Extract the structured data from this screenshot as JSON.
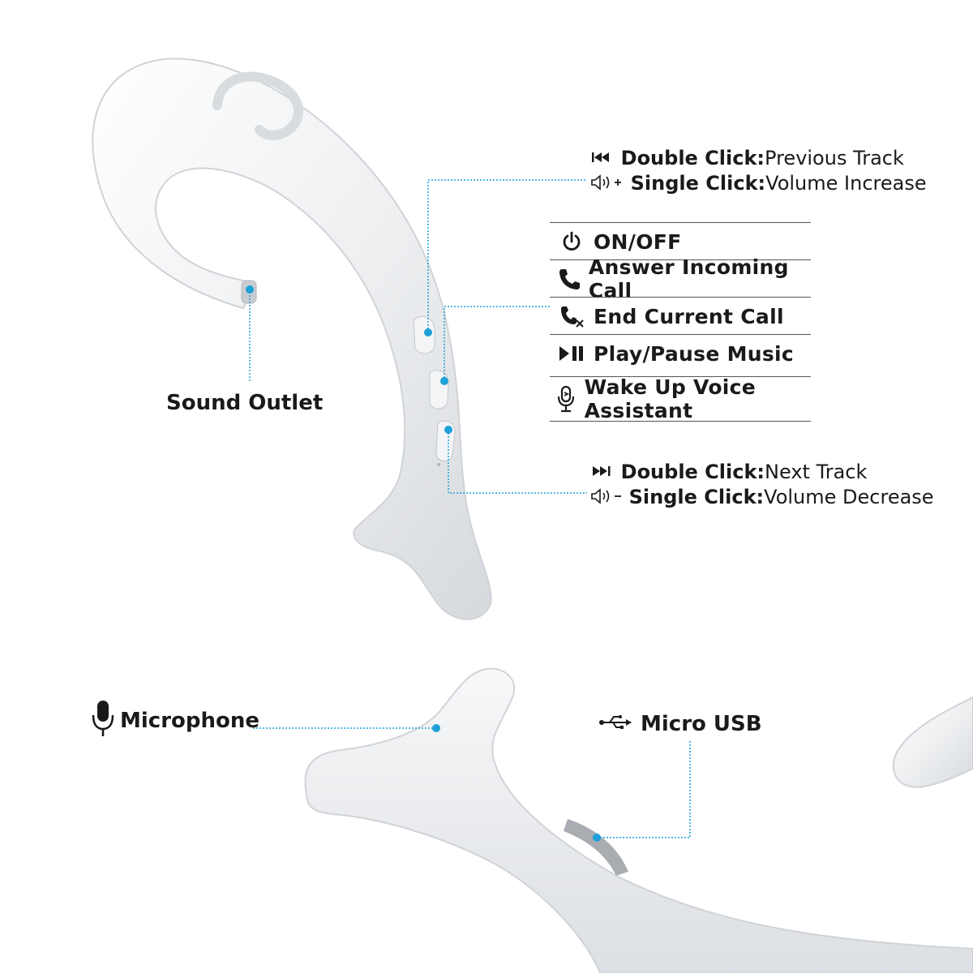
{
  "callouts": {
    "top": {
      "line1_bold": "Double Click:",
      "line1_reg": "Previous Track",
      "line2_bold": "Single Click:",
      "line2_reg": "Volume Increase",
      "icon1": "previous-track-icon",
      "icon2": "volume-up-icon"
    },
    "bottom": {
      "line1_bold": "Double Click:",
      "line1_reg": "Next Track",
      "line2_bold": "Single Click:",
      "line2_reg": "Volume Decrease",
      "icon1": "next-track-icon",
      "icon2": "volume-down-icon"
    },
    "sound_outlet": "Sound Outlet",
    "microphone": "Microphone",
    "micro_usb": "Micro USB"
  },
  "controls": [
    {
      "label": "ON/OFF",
      "icon": "power-icon"
    },
    {
      "label": "Answer Incoming Call",
      "icon": "phone-icon"
    },
    {
      "label": "End Current Call",
      "icon": "end-call-icon"
    },
    {
      "label": "Play/Pause Music",
      "icon": "play-pause-icon"
    },
    {
      "label": "Wake Up Voice Assistant",
      "icon": "voice-assistant-icon"
    }
  ],
  "colors": {
    "leader_line": "#1da1d8",
    "dot": "#1da1d8",
    "device_body": "#eef0f2",
    "device_shadow": "#d3d6da"
  }
}
